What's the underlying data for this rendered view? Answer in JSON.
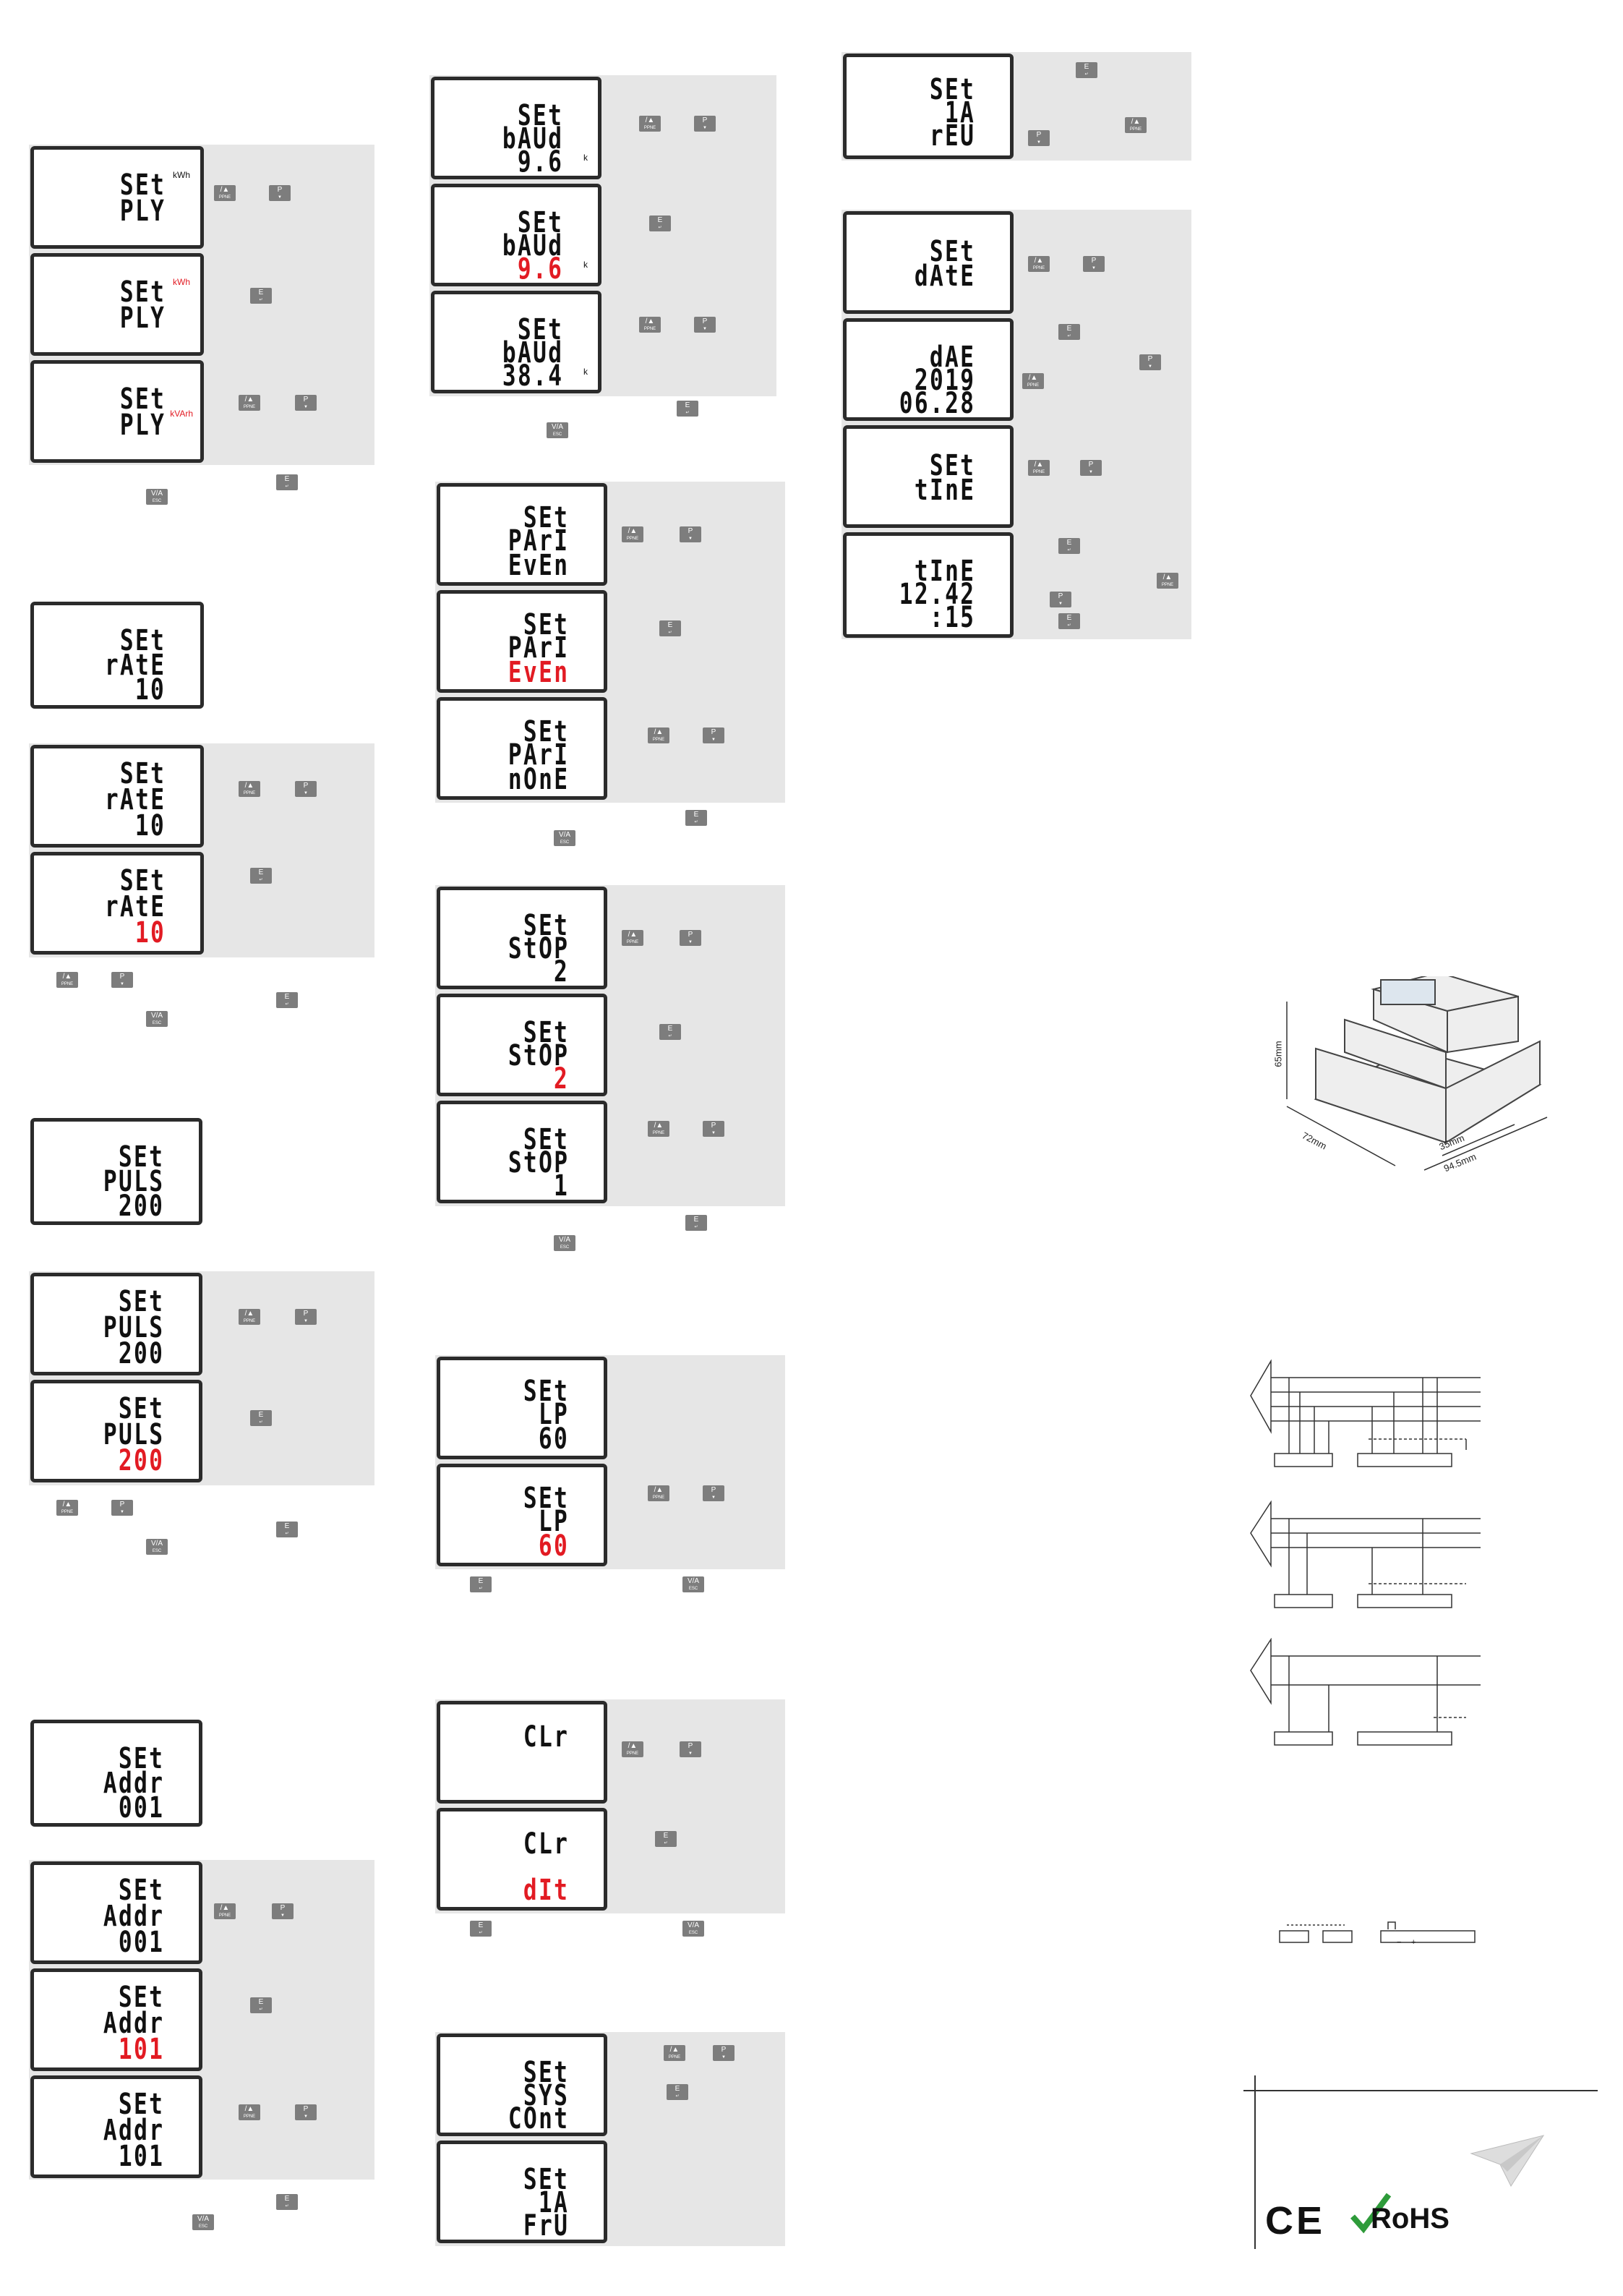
{
  "keys": {
    "up": {
      "top": "/▲",
      "bottom": "PPNE"
    },
    "p": {
      "top": "P",
      "bottom": "▼"
    },
    "e": {
      "top": "E",
      "bottom": "↵"
    },
    "esc": {
      "top": "V/A",
      "bottom": "ESC"
    }
  },
  "screens": {
    "ply1": {
      "l1": "SEt",
      "l2": "PLY",
      "unit": "kWh"
    },
    "ply2": {
      "l1": "SEt",
      "l2": "PLY",
      "unit": "kWh"
    },
    "ply3": {
      "l1": "SEt",
      "l2": "PLY",
      "unit": "kVArh"
    },
    "rate0": {
      "l1": "SEt",
      "l2": "rAtE",
      "l3": "10"
    },
    "rate1": {
      "l1": "SEt",
      "l2": "rAtE",
      "l3": "10"
    },
    "rate2": {
      "l1": "SEt",
      "l2": "rAtE",
      "l3": "10"
    },
    "puls0": {
      "l1": "SEt",
      "l2": "PULS",
      "l3": "200"
    },
    "puls1": {
      "l1": "SEt",
      "l2": "PULS",
      "l3": "200"
    },
    "puls2": {
      "l1": "SEt",
      "l2": "PULS",
      "l3": "200"
    },
    "addr0": {
      "l1": "SEt",
      "l2": "Addr",
      "l3": "001"
    },
    "addr1": {
      "l1": "SEt",
      "l2": "Addr",
      "l3": "001"
    },
    "addr2": {
      "l1": "SEt",
      "l2": "Addr",
      "l3": "101"
    },
    "addr3": {
      "l1": "SEt",
      "l2": "Addr",
      "l3": "101"
    },
    "baud1": {
      "l1": "SEt",
      "l2": "bAUd",
      "l3": "9.6",
      "unit": "k"
    },
    "baud2": {
      "l1": "SEt",
      "l2": "bAUd",
      "l3": "9.6",
      "unit": "k"
    },
    "baud3": {
      "l1": "SEt",
      "l2": "bAUd",
      "l3": "38.4",
      "unit": "k"
    },
    "pari1": {
      "l1": "SEt",
      "l2": "PArI",
      "l3": "EvEn"
    },
    "pari2": {
      "l1": "SEt",
      "l2": "PArI",
      "l3": "EvEn"
    },
    "pari3": {
      "l1": "SEt",
      "l2": "PArI",
      "l3": "nOnE"
    },
    "stop1": {
      "l1": "SEt",
      "l2": "StOP",
      "l3": "2"
    },
    "stop2": {
      "l1": "SEt",
      "l2": "StOP",
      "l3": "2"
    },
    "stop3": {
      "l1": "SEt",
      "l2": "StOP",
      "l3": "1"
    },
    "lp1": {
      "l1": "SEt",
      "l2": "LP",
      "l3": "60"
    },
    "lp2": {
      "l1": "SEt",
      "l2": "LP",
      "l3": "60"
    },
    "clr1": {
      "l1": "CLr",
      "l2": "",
      "l3": ""
    },
    "clr2": {
      "l1": "CLr",
      "l2": "",
      "l3": "dIt"
    },
    "sys1": {
      "l1": "SEt",
      "l2": "SYS",
      "l3": "COnt"
    },
    "sys2": {
      "l1": "SEt",
      "l2": "1A",
      "l3": "FrU"
    },
    "rev": {
      "l1": "SEt",
      "l2": "1A",
      "l3": "rEU"
    },
    "date1": {
      "l1": "SEt",
      "l2": "dAtE"
    },
    "date2": {
      "l1": "dAE",
      "l2": "2019",
      "l3": "06.28"
    },
    "time1": {
      "l1": "SEt",
      "l2": "tInE"
    },
    "time2": {
      "l1": "tInE",
      "l2": "12.42",
      "l3": ":15"
    }
  },
  "dimensions": {
    "height": "65mm",
    "depth": "72mm",
    "rail": "35mm",
    "width": "94.5mm"
  },
  "compliance": {
    "ce": "CE",
    "rohs": "RoHS"
  },
  "wiring": {
    "minus": "−",
    "plus": "+"
  }
}
